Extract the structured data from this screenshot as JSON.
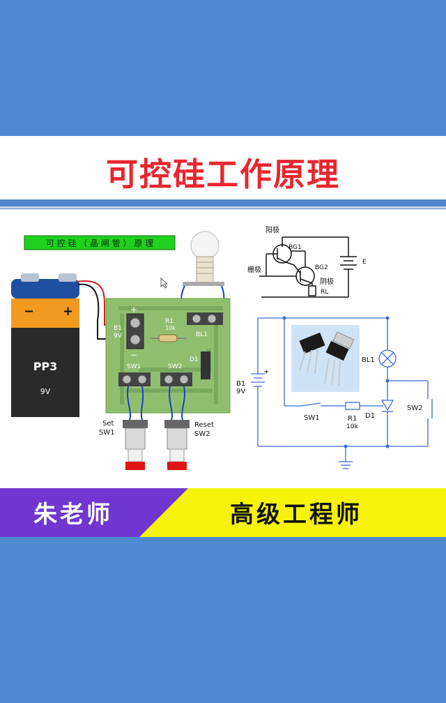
{
  "title": "可控硅工作原理",
  "diagram": {
    "tag_label": "可 控 硅 （ 晶 闸 管 ） 原 理",
    "battery": {
      "brand": "PP3",
      "voltage": "9V",
      "minus": "−",
      "plus": "+"
    },
    "pcb": {
      "plus": "+",
      "minus": "−",
      "b1": "B1",
      "b1v": "9V",
      "r1": "R1",
      "r1v": "10k",
      "bl1": "BL1",
      "d1": "D1",
      "sw1": "SW1",
      "sw2": "SW2"
    },
    "buttons": {
      "set_label": "Set",
      "set_sw": "SW1",
      "reset_label": "Reset",
      "reset_sw": "SW2"
    },
    "equivalent": {
      "anode": "阳极",
      "gate": "栅极",
      "cathode": "阴极",
      "bg1": "BG1",
      "bg2": "BG2",
      "e": "E",
      "rl": "RL"
    },
    "schematic": {
      "b1": "B1",
      "b1v": "9V",
      "plus": "+",
      "sw1": "SW1",
      "r1": "R1",
      "r1v": "10k",
      "d1": "D1",
      "bl1": "BL1",
      "sw2": "SW2"
    }
  },
  "banner": {
    "name": "朱老师",
    "role": "高级工程师"
  },
  "colors": {
    "title": "#e8262f",
    "band": "#4f89d0",
    "banner_left": "#6f37d0",
    "banner_right": "#f6f20a",
    "pcb": "#8fbf6e"
  }
}
